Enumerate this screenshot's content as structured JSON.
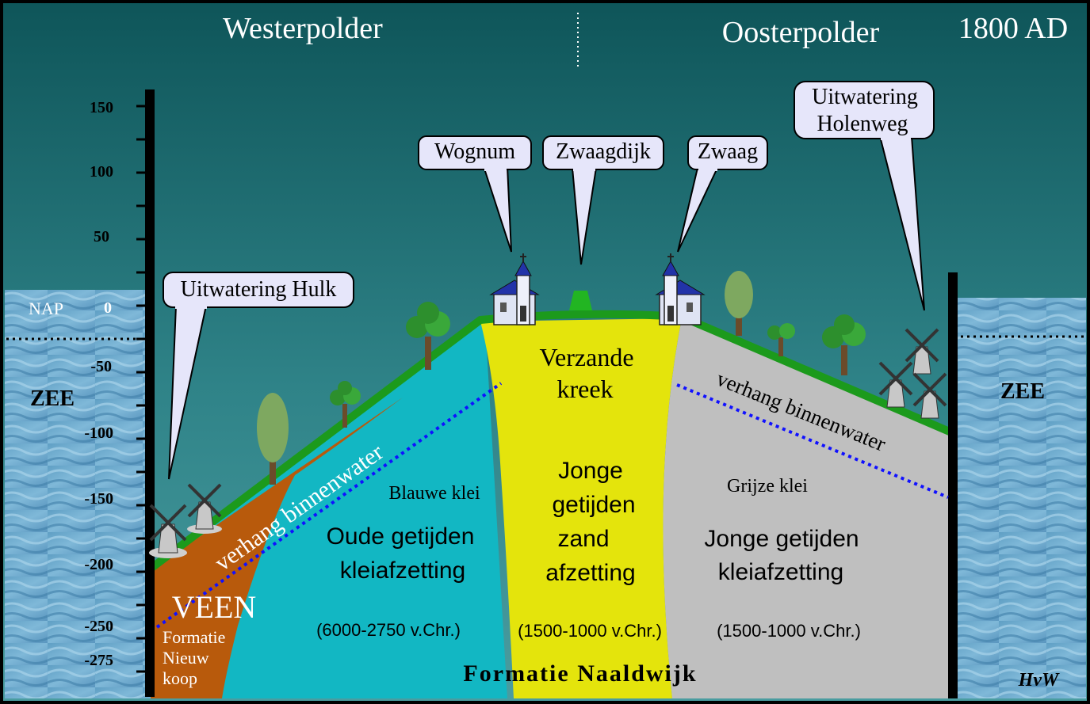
{
  "header": {
    "left_title": "Westerpolder",
    "right_title": "Oosterpolder",
    "era": "1800 AD"
  },
  "axis": {
    "ticks": [
      {
        "label": "150",
        "value": 150
      },
      {
        "label": "100",
        "value": 100
      },
      {
        "label": "50",
        "value": 50
      },
      {
        "label": "0",
        "value": 0
      },
      {
        "label": "-50",
        "value": -50
      },
      {
        "label": "-100",
        "value": -100
      },
      {
        "label": "-150",
        "value": -150
      },
      {
        "label": "-200",
        "value": -200
      },
      {
        "label": "-250",
        "value": -250
      },
      {
        "label": "-275",
        "value": -275
      }
    ],
    "nap_label": "NAP"
  },
  "sea": {
    "left_label": "ZEE",
    "right_label": "ZEE"
  },
  "callouts": {
    "hulk": "Uitwatering Hulk",
    "wognum": "Wognum",
    "zwaagdijk": "Zwaagdijk",
    "zwaag": "Zwaag",
    "holenweg_line1": "Uitwatering",
    "holenweg_line2": "Holenweg"
  },
  "layers": {
    "veen_title": "VEEN",
    "veen_sub1": "Formatie",
    "veen_sub2": "Nieuw",
    "veen_sub3": "koop",
    "blauwe_klei": "Blauwe klei",
    "oude_line1": "Oude getijden",
    "oude_line2": "kleiafzetting",
    "oude_period": "(6000-2750 v.Chr.)",
    "kreek_line1": "Verzande",
    "kreek_line2": "kreek",
    "zand_line1": "Jonge",
    "zand_line2": "getijden",
    "zand_line3": "zand",
    "zand_line4": "afzetting",
    "zand_period": "(1500-1000 v.Chr.)",
    "grijze_klei": "Grijze klei",
    "jonge_line1": "Jonge getijden",
    "jonge_line2": "kleiafzetting",
    "jonge_period": "(1500-1000 v.Chr.)",
    "formatie": "Formatie Naaldwijk"
  },
  "slope_labels": {
    "left": "verhang binnenwater",
    "right": "verhang binnenwater"
  },
  "signature": "HvW",
  "colors": {
    "sky_top": "#0f5b5e",
    "sky_bottom": "#3c8f94",
    "blue_clay": "#12b7c3",
    "sand": "#e4e40c",
    "grey_clay": "#bfbfbf",
    "peat": "#b85a0c",
    "grass": "#1c9a1c",
    "water_line": "#1010ff"
  }
}
